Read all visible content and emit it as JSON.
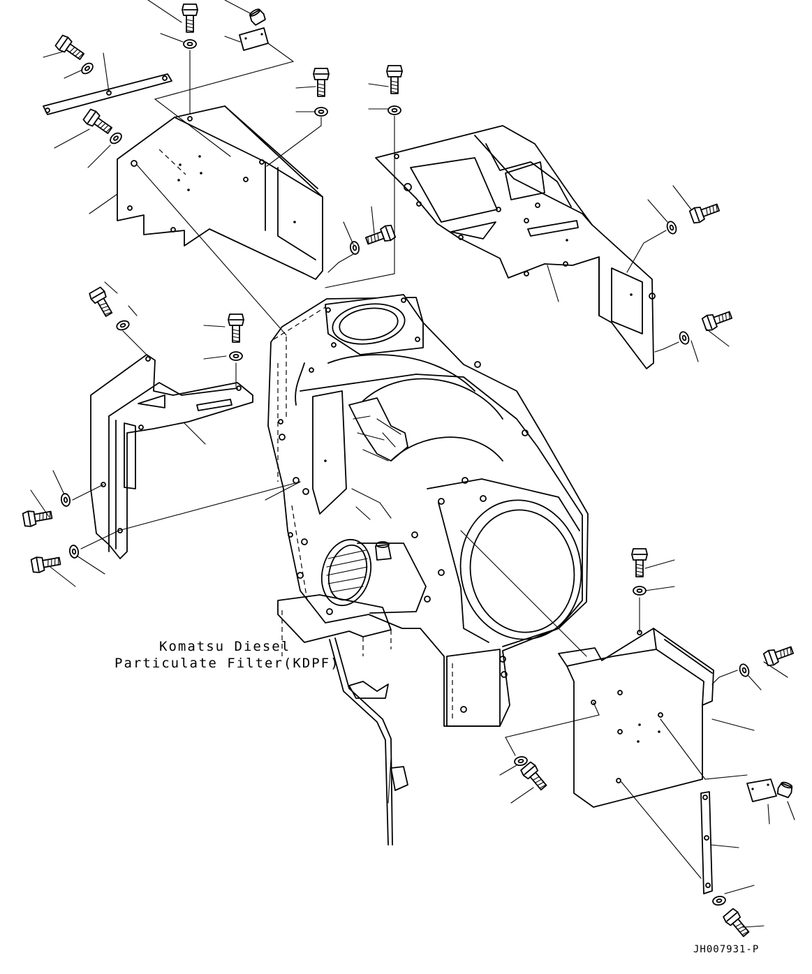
{
  "diagram": {
    "component_label_line1": "Komatsu Diesel",
    "component_label_line2": "Particulate Filter(KDPF)",
    "drawing_code": "JH007931-P"
  },
  "icons": [
    "bolt-icon",
    "washer-icon",
    "plug-icon",
    "cover-plate-icon"
  ]
}
